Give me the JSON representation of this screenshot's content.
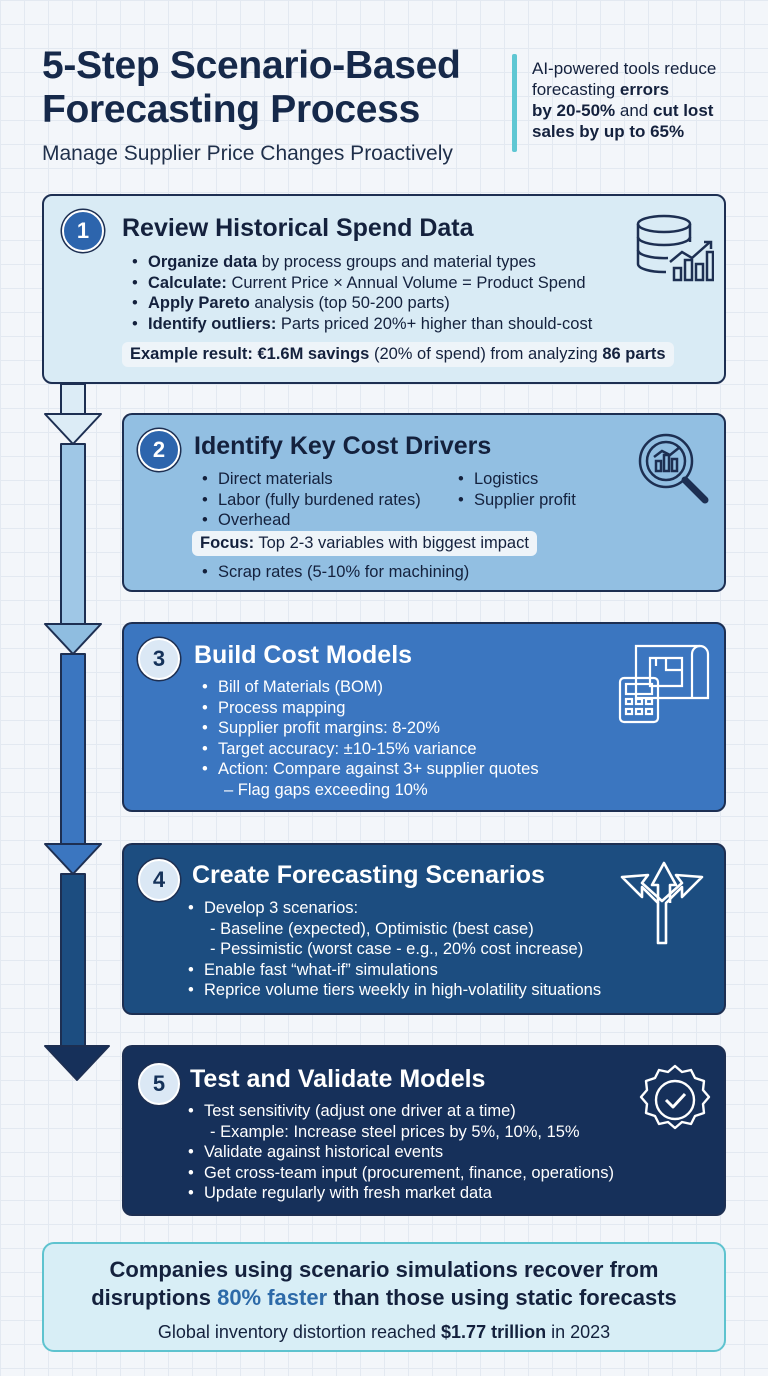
{
  "header": {
    "title": "5-Step Scenario-Based Forecasting Process",
    "subtitle": "Manage Supplier Price Changes Proactively",
    "stat": {
      "line1": "AI-powered tools reduce",
      "line2a": "forecasting ",
      "line2b": "errors",
      "line3a": "by 20-50%",
      "line3b": " and ",
      "line3c": "cut lost",
      "line4": "sales by up to 65%"
    }
  },
  "steps": [
    {
      "number": "1",
      "title": "Review Historical Spend Data",
      "icon": "database-chart-icon",
      "bullets": [
        {
          "bold": "Organize data",
          "text": " by process groups and material types"
        },
        {
          "bold": "Calculate:",
          "text": " Current Price × Annual Volume = Product Spend"
        },
        {
          "bold": "Apply Pareto",
          "text": " analysis (top 50-200 parts)"
        },
        {
          "bold": "Identify outliers:",
          "text": " Parts priced 20%+ higher than should-cost"
        }
      ],
      "example": {
        "a": "Example result: €1.6M savings",
        "b": " (20% of spend) from analyzing ",
        "c": "86 parts"
      }
    },
    {
      "number": "2",
      "title": "Identify Key Cost Drivers",
      "icon": "magnifier-chart-icon",
      "col1": [
        "Direct materials",
        "Labor (fully burdened rates)",
        "Overhead"
      ],
      "col2": [
        "Logistics",
        "Supplier profit"
      ],
      "focus": {
        "bold": "Focus:",
        "text": " Top 2-3 variables with biggest impact"
      },
      "after": [
        "Scrap rates (5-10% for machining)"
      ]
    },
    {
      "number": "3",
      "title": "Build Cost Models",
      "icon": "calculator-blueprint-icon",
      "bullets": [
        "Bill of Materials (BOM)",
        "Process mapping",
        "Supplier profit margins: 8-20%",
        "Target accuracy: ±10-15% variance",
        "Action: Compare against 3+ supplier quotes"
      ],
      "sub": [
        "– Flag gaps exceeding 10%"
      ]
    },
    {
      "number": "4",
      "title": "Create Forecasting Scenarios",
      "icon": "split-arrows-icon",
      "lead": "Develop 3 scenarios:",
      "sub": [
        "- Baseline (expected), Optimistic (best case)",
        "- Pessimistic (worst case - e.g., 20% cost increase)"
      ],
      "bullets": [
        "Enable fast “what-if” simulations",
        "Reprice volume tiers weekly in high-volatility situations"
      ]
    },
    {
      "number": "5",
      "title": "Test and Validate Models",
      "icon": "check-badge-icon",
      "lead": "Test sensitivity (adjust one driver at a time)",
      "sub": [
        "- Example: Increase steel prices by 5%, 10%, 15%"
      ],
      "bullets": [
        "Validate against historical events",
        "Get cross-team input (procurement, finance, operations)",
        "Update regularly with fresh market data"
      ]
    }
  ],
  "footer": {
    "line1": "Companies using scenario simulations recover from",
    "line2a": "disruptions ",
    "line2b": "80% faster",
    "line2c": " than those using static forecasts",
    "line3a": "Global inventory distortion reached ",
    "line3b": "$1.77 trillion",
    "line3c": " in 2023"
  },
  "colors": {
    "card1": "#d9ebf5",
    "card2": "#92bfe2",
    "card3": "#3b76c0",
    "card4": "#1c4d80",
    "card5": "#16305a",
    "accent": "#5fc7d3"
  }
}
